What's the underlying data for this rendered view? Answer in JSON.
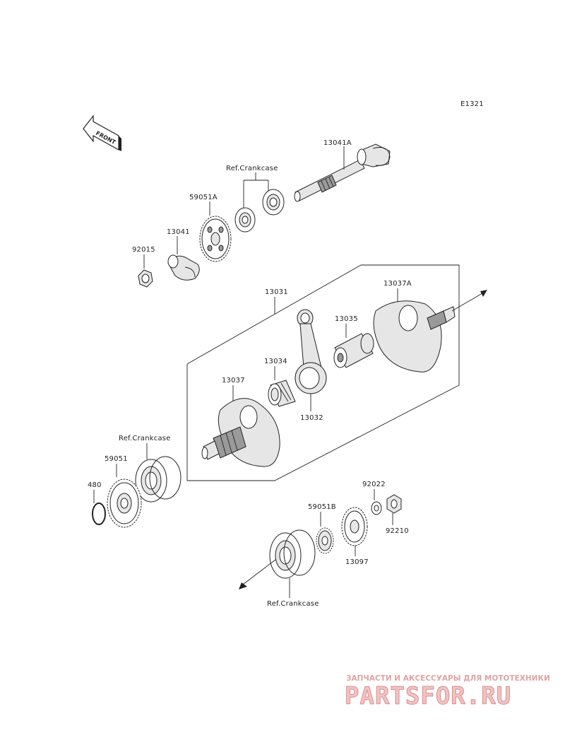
{
  "diagram": {
    "code": "E1321",
    "front_label": "FRONT",
    "parts": {
      "p13041A": "13041A",
      "ref_crankcase_top": "Ref.Crankcase",
      "p59051A": "59051A",
      "p13041": "13041",
      "p92015": "92015",
      "p13031": "13031",
      "p13037A": "13037A",
      "p13035": "13035",
      "p13034": "13034",
      "p13037": "13037",
      "p13032": "13032",
      "ref_crankcase_mid": "Ref.Crankcase",
      "p59051": "59051",
      "p480": "480",
      "p92022": "92022",
      "p59051B": "59051B",
      "p92210": "92210",
      "p13097": "13097",
      "ref_crankcase_bottom": "Ref.Crankcase"
    }
  },
  "watermark": {
    "caption": "ЗАПЧАСТИ И АКСЕССУАРЫ ДЛЯ МОТОТЕХНИКИ",
    "brand": "PARTSFOR.RU"
  }
}
